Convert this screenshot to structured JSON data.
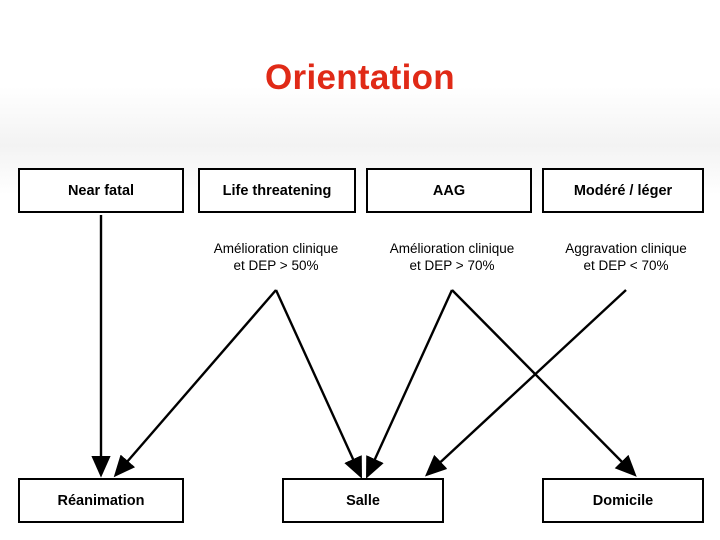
{
  "slide": {
    "title": "Orientation",
    "title_color": "#e02a17",
    "background": "#ffffff",
    "line_color": "#000000"
  },
  "top_boxes": [
    {
      "label": "Near fatal"
    },
    {
      "label": "Life threatening"
    },
    {
      "label": "AAG"
    },
    {
      "label": "Modéré / léger"
    }
  ],
  "notes": [
    {
      "line1": "Amélioration clinique",
      "line2": "et DEP > 50%"
    },
    {
      "line1": "Amélioration clinique",
      "line2": "et DEP > 70%"
    },
    {
      "line1": "Aggravation clinique",
      "line2": "et DEP < 70%"
    }
  ],
  "bottom_boxes": [
    {
      "label": "Réanimation"
    },
    {
      "label": "Salle"
    },
    {
      "label": "Domicile"
    }
  ]
}
